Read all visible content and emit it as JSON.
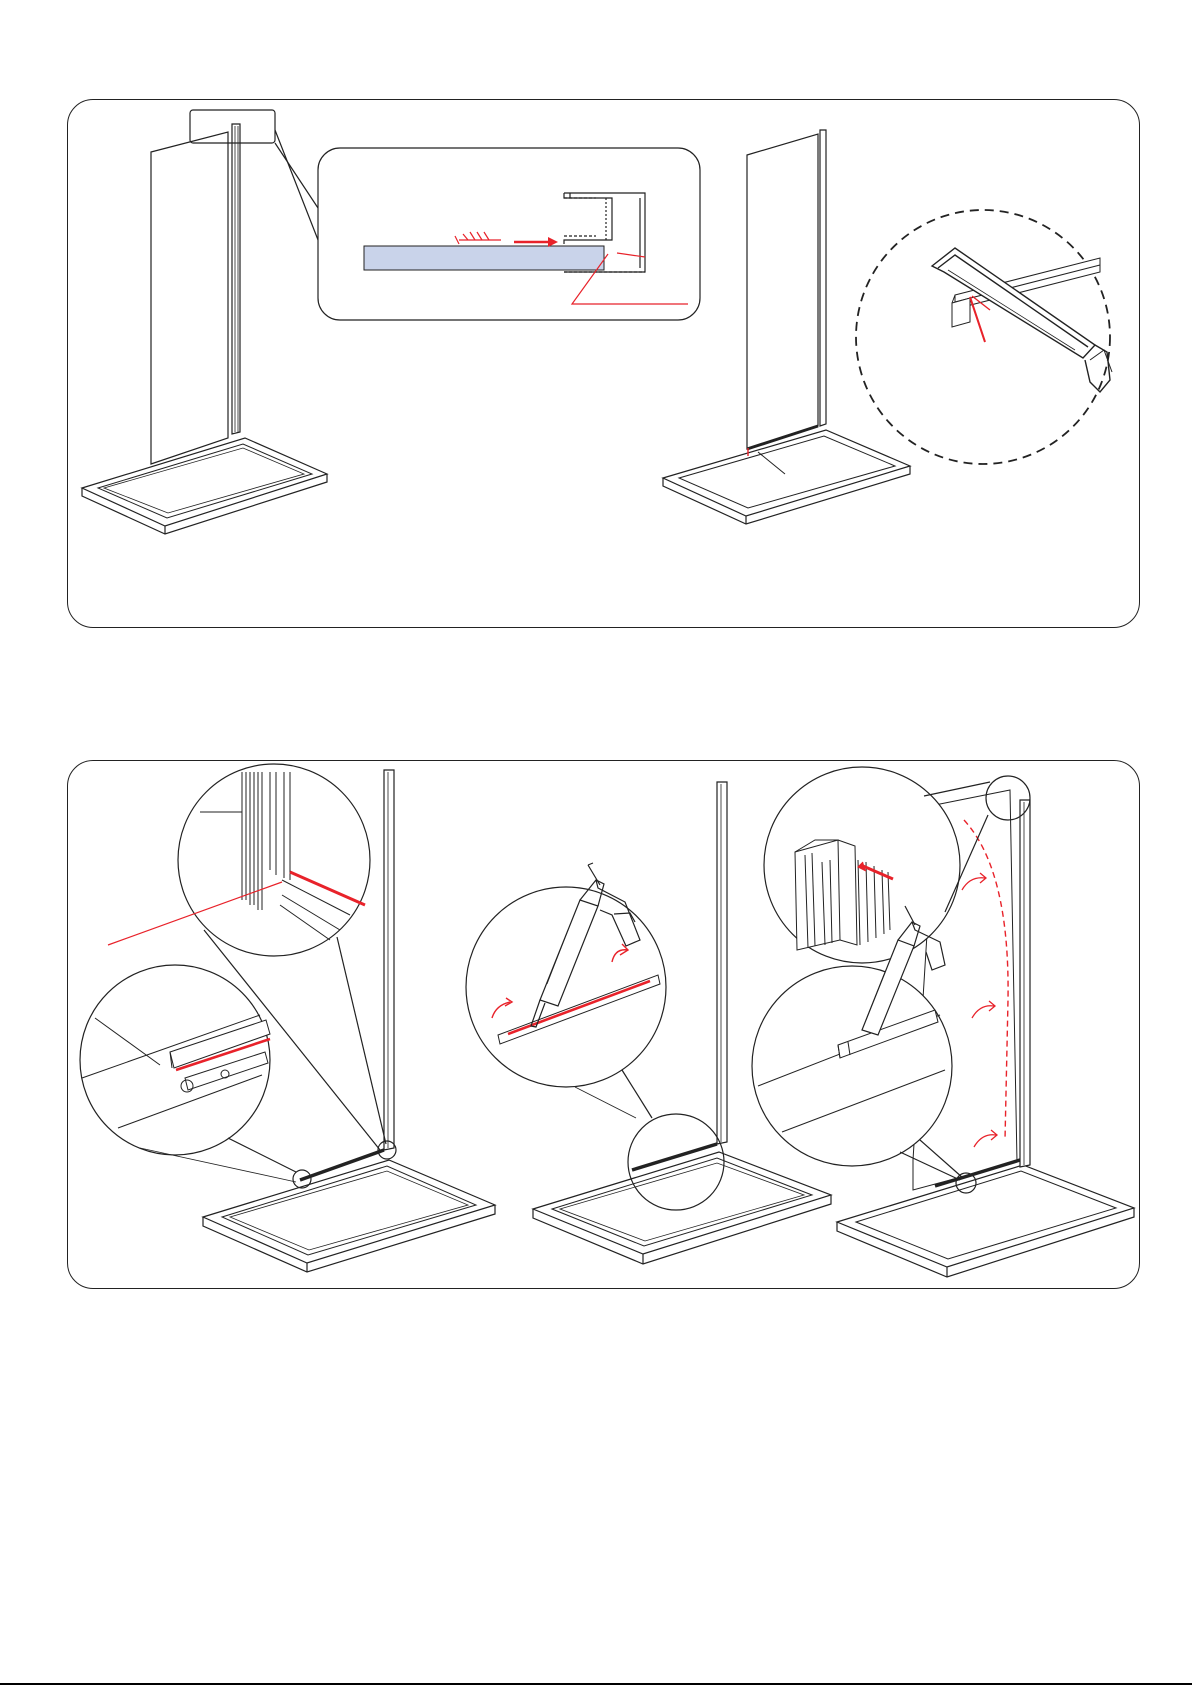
{
  "colors": {
    "line": "#222222",
    "accent_red": "#e8222a",
    "glass_fill": "#c9d3ea",
    "panel_border": "#222222",
    "background": "#ffffff"
  },
  "panels": [
    {
      "id": "top",
      "figures": [
        "shower-tray-with-glass-panel-and-wall-profile",
        "profile-cross-section-detail-callout",
        "shower-tray-with-glass-panel-and-bottom-seal",
        "hacksaw-cutting-profile-detail"
      ]
    },
    {
      "id": "bottom",
      "figures": [
        "tray-with-wall-profile-and-seal-detail",
        "caulking-gun-silicone-on-bottom-profile",
        "panel-rotated-into-wall-profile-with-silicone"
      ]
    }
  ],
  "icons": [
    "hacksaw-icon",
    "caulking-gun-icon",
    "screw-icon",
    "arrow-icon"
  ]
}
